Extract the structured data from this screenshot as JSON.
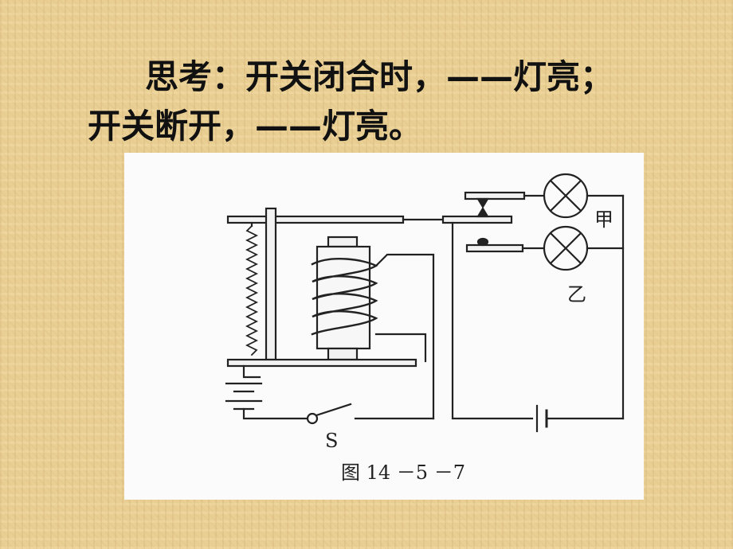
{
  "question": {
    "line1": "思考：开关闭合时，——灯亮；",
    "line2": "开关断开，——灯亮。"
  },
  "figure": {
    "lamp_top_label": "甲",
    "lamp_bottom_label": "乙",
    "switch_label": "S",
    "caption": "图 14 －5 －7"
  },
  "colors": {
    "background": "#e9cf93",
    "figure_bg": "#fbfbfb",
    "ink": "#222222"
  }
}
